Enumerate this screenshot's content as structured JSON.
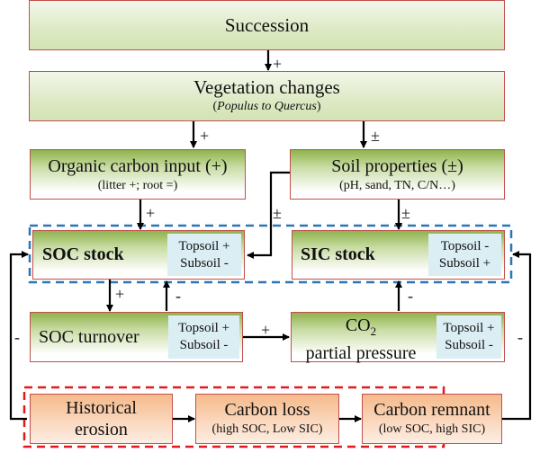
{
  "nodes": {
    "succession": {
      "title": "Succession"
    },
    "vegetation": {
      "title": "Vegetation changes",
      "subtitle_prefix": "(",
      "subtitle_italic": "Populus to Quercus",
      "subtitle_suffix": ")"
    },
    "organic_input": {
      "title": "Organic carbon input (+)",
      "subtitle": "(litter +; root =)"
    },
    "soil_properties": {
      "title": "Soil properties (±)",
      "subtitle": "(pH, sand, TN, C/N…)"
    },
    "soc_stock": {
      "title": "SOC stock",
      "topsoil": "Topsoil +",
      "subsoil": "Subsoil -"
    },
    "sic_stock": {
      "title": "SIC stock",
      "topsoil": "Topsoil -",
      "subsoil": "Subsoil +"
    },
    "soc_turnover": {
      "title": "SOC turnover",
      "topsoil": "Topsoil +",
      "subsoil": "Subsoil -"
    },
    "co2": {
      "title_main": "CO",
      "title_sub": "2",
      "title_line2": "partial pressure",
      "topsoil": "Topsoil +",
      "subsoil": "Subsoil -"
    },
    "historical_erosion": {
      "line1": "Historical",
      "line2": "erosion"
    },
    "carbon_loss": {
      "title": "Carbon loss",
      "subtitle": "(high SOC, Low SIC)"
    },
    "carbon_remnant": {
      "title": "Carbon remnant",
      "subtitle": "(low SOC, high SIC)"
    }
  },
  "edges": {
    "succession_to_vegetation": "+",
    "vegetation_to_organic": "+",
    "vegetation_to_soil": "±",
    "organic_to_soc": "+",
    "soil_to_soc": "±",
    "soil_to_sic": "±",
    "soc_to_turnover": "+",
    "turnover_to_soc": "-",
    "turnover_to_co2": "+",
    "co2_to_sic": "-",
    "erosion_to_soc": "-",
    "remnant_to_sic": "-"
  },
  "colors": {
    "box_border": "#c0504d",
    "stock_group_dash": "#2e75b6",
    "erosion_group_dash": "#e31a1c",
    "sub_panel": "#dbeef4"
  }
}
